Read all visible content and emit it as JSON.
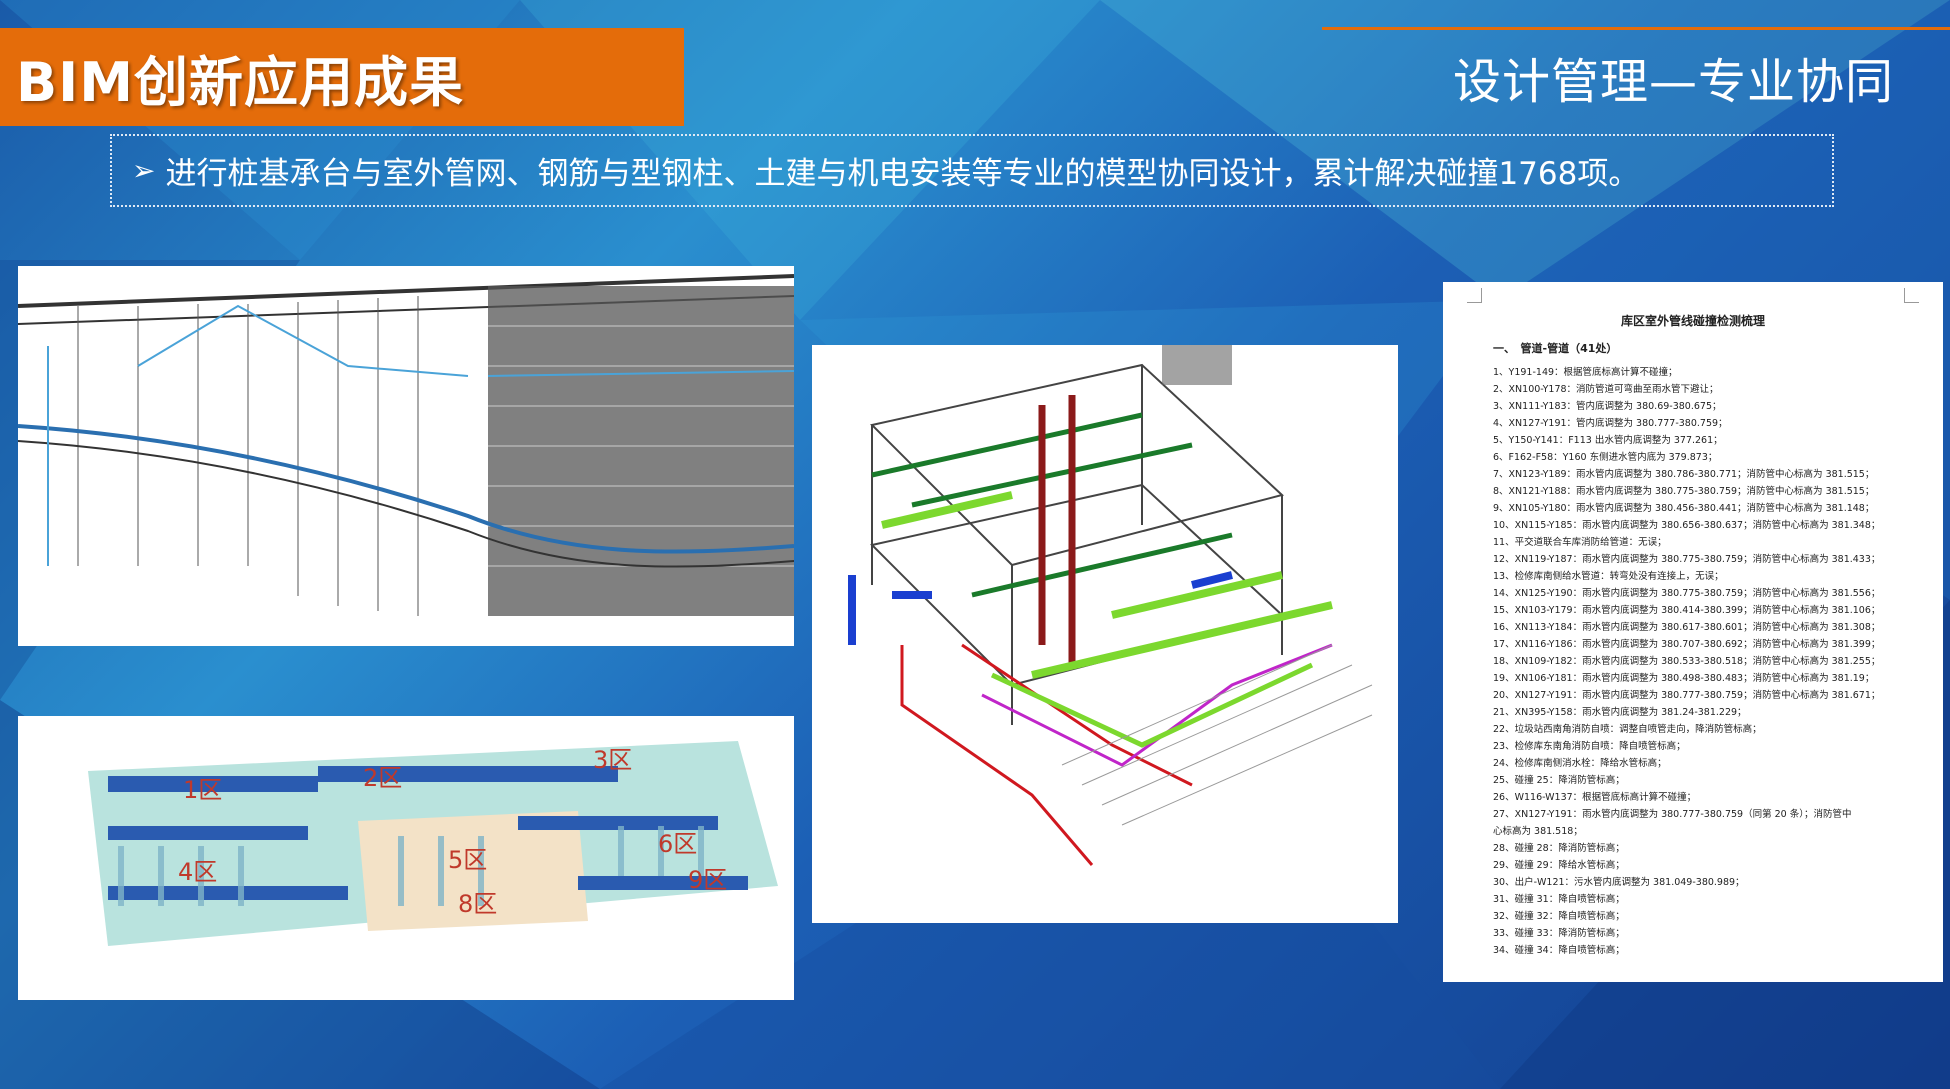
{
  "header": {
    "title": "BIM创新应用成果",
    "subtitle": "设计管理—专业协同"
  },
  "bullet": {
    "marker": "➢",
    "text": "进行桩基承台与室外管网、钢筋与型钢柱、土建与机电安装等专业的模型协同设计，累计解决碰撞1768项。"
  },
  "zones": [
    "1区",
    "2区",
    "3区",
    "4区",
    "5区",
    "6区",
    "8区",
    "9区"
  ],
  "document": {
    "title": "库区室外管线碰撞检测梳理",
    "section": "一、　管道-管道（41处）",
    "items": [
      "1、Y191-149：根据管底标高计算不碰撞；",
      "2、XN100-Y178：消防管道可弯曲至雨水管下避让；",
      "3、XN111-Y183：管内底调整为 380.69-380.675；",
      "4、XN127-Y191：管内底调整为 380.777-380.759；",
      "5、Y150-Y141：F113 出水管内底调整为 377.261；",
      "6、F162-F58：Y160 东侧进水管内底为 379.873；",
      "7、XN123-Y189：雨水管内底调整为 380.786-380.771；消防管中心标高为 381.515；",
      "8、XN121-Y188：雨水管内底调整为 380.775-380.759；消防管中心标高为 381.515；",
      "9、XN105-Y180：雨水管内底调整为 380.456-380.441；消防管中心标高为 381.148；",
      "10、XN115-Y185：雨水管内底调整为 380.656-380.637；消防管中心标高为 381.348；",
      "11、平交道联合车库消防给管道：无误；",
      "12、XN119-Y187：雨水管内底调整为 380.775-380.759；消防管中心标高为 381.433；",
      "13、检修库南侧给水管道：转弯处没有连接上，无误；",
      "14、XN125-Y190：雨水管内底调整为 380.775-380.759；消防管中心标高为 381.556；",
      "15、XN103-Y179：雨水管内底调整为 380.414-380.399；消防管中心标高为 381.106；",
      "16、XN113-Y184：雨水管内底调整为 380.617-380.601；消防管中心标高为 381.308；",
      "17、XN116-Y186：雨水管内底调整为 380.707-380.692；消防管中心标高为 381.399；",
      "18、XN109-Y182：雨水管内底调整为 380.533-380.518；消防管中心标高为 381.255；",
      "19、XN106-Y181：雨水管内底调整为 380.498-380.483；消防管中心标高为 381.19；",
      "20、XN127-Y191：雨水管内底调整为 380.777-380.759；消防管中心标高为 381.671；",
      "21、XN395-Y158：雨水管内底调整为 381.24-381.229；",
      "22、垃圾站西南角消防自喷：调整自喷管走向，降消防管标高；",
      "23、检修库东南角消防自喷：降自喷管标高；",
      "24、检修库南侧消水栓：降给水管标高；",
      "25、碰撞 25：降消防管标高；",
      "26、W116-W137：根据管底标高计算不碰撞；",
      "27、XN127-Y191：雨水管内底调整为 380.777-380.759（同第 20 条）；消防管中",
      "心标高为 381.518；",
      "28、碰撞 28：降消防管标高；",
      "29、碰撞 29：降给水管标高；",
      "30、出户-W121：污水管内底调整为 381.049-380.989；",
      "31、碰撞 31：降自喷管标高；",
      "32、碰撞 32：降自喷管标高；",
      "33、碰撞 33：降消防管标高；",
      "34、碰撞 34：降自喷管标高；"
    ]
  },
  "colors": {
    "accent": "#e46c0a",
    "background": "#1c5fb5",
    "text": "#ffffff"
  }
}
